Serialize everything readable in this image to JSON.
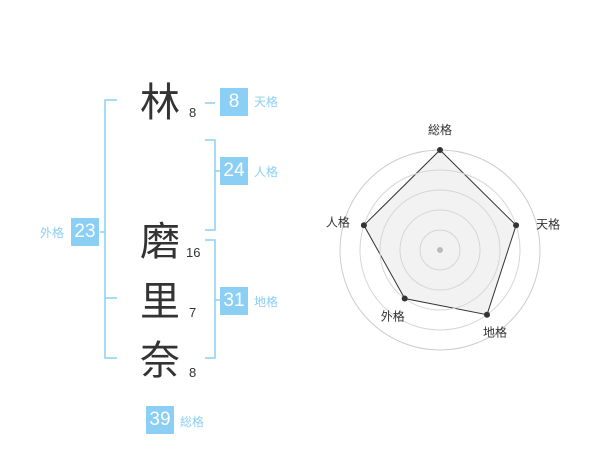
{
  "name_chars": [
    {
      "char": "林",
      "strokes": "8"
    },
    {
      "char": "磨",
      "strokes": "16"
    },
    {
      "char": "里",
      "strokes": "7"
    },
    {
      "char": "奈",
      "strokes": "8"
    }
  ],
  "fortunes": {
    "tenkaku": {
      "value": "8",
      "label": "天格"
    },
    "jinkaku": {
      "value": "24",
      "label": "人格"
    },
    "chikaku": {
      "value": "31",
      "label": "地格"
    },
    "gaikaku": {
      "value": "23",
      "label": "外格"
    },
    "soukaku": {
      "value": "39",
      "label": "総格"
    }
  },
  "colors": {
    "accent": "#8ccff4",
    "text": "#333333",
    "radar_fill": "#f2f2f2",
    "radar_grid": "#cccccc"
  },
  "chart_data": {
    "type": "radar",
    "axes": [
      "総格",
      "天格",
      "地格",
      "外格",
      "人格"
    ],
    "values": [
      5,
      4,
      4,
      3,
      4
    ],
    "range": [
      0,
      5
    ],
    "rings": 4
  }
}
